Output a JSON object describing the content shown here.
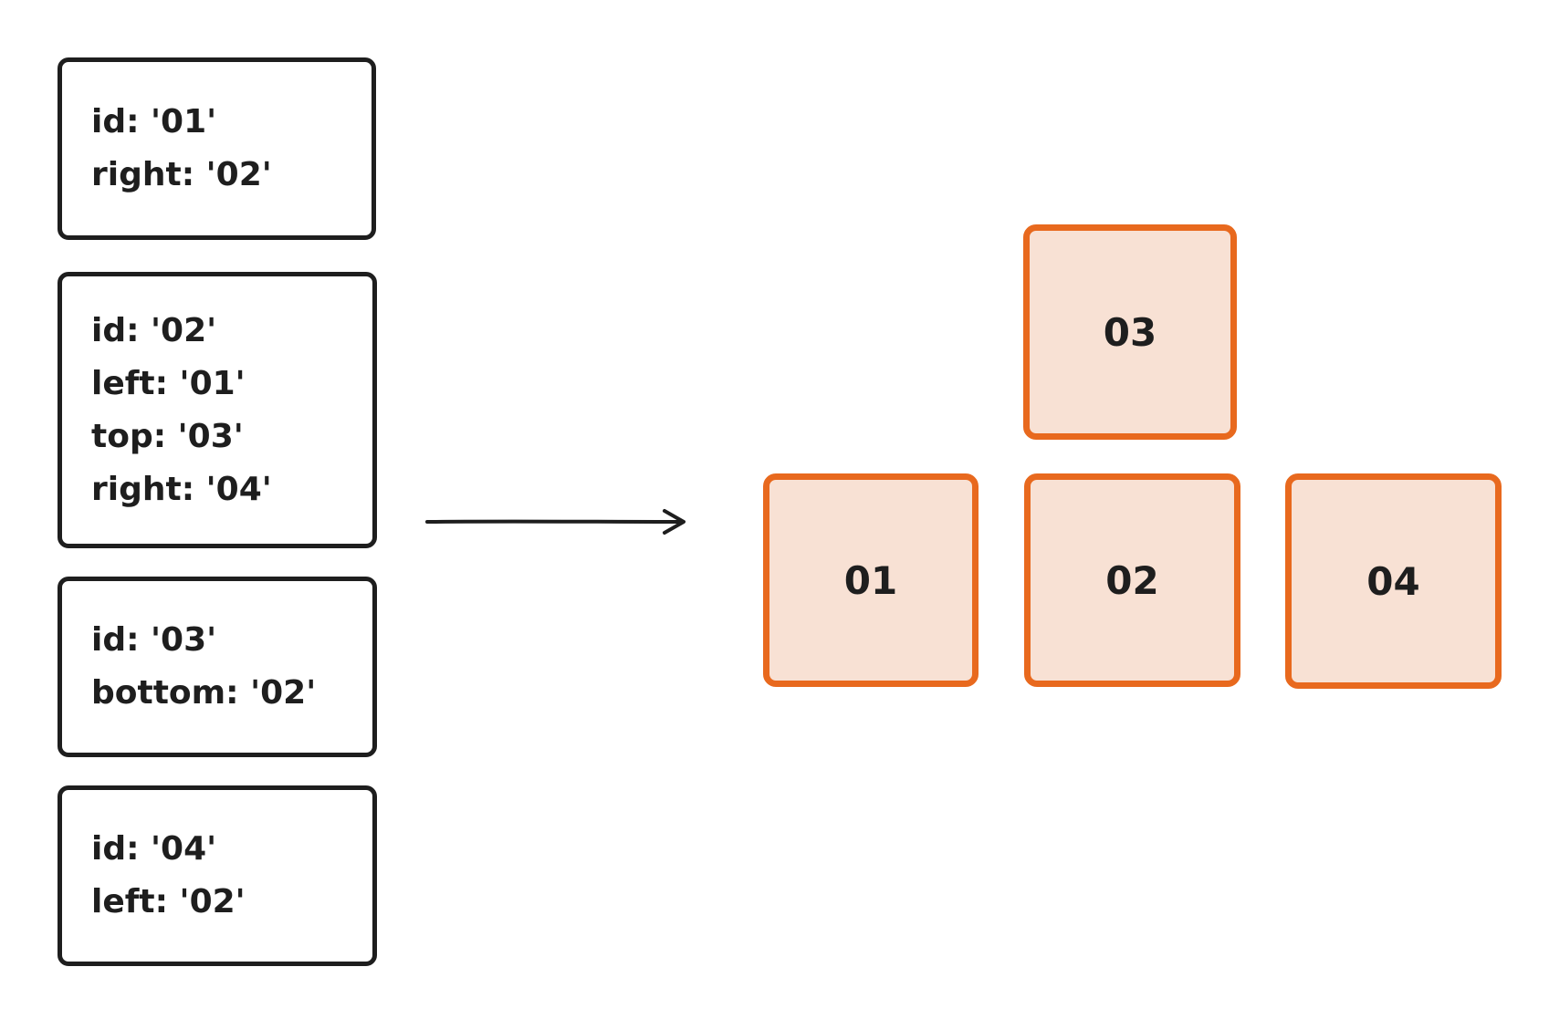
{
  "cards": [
    {
      "id": "01",
      "lines": [
        "id: '01'",
        "right: '02'"
      ]
    },
    {
      "id": "02",
      "lines": [
        "id: '02'",
        "left: '01'",
        "top: '03'",
        "right: '04'"
      ]
    },
    {
      "id": "03",
      "lines": [
        "id: '03'",
        "bottom: '02'"
      ]
    },
    {
      "id": "04",
      "lines": [
        "id: '04'",
        "left: '02'"
      ]
    }
  ],
  "tiles": {
    "t01": "01",
    "t02": "02",
    "t03": "03",
    "t04": "04"
  },
  "colors": {
    "card_border": "#1e1e1e",
    "tile_border": "#e8691e",
    "tile_fill": "#f8e1d4",
    "text": "#1e1e1e"
  }
}
